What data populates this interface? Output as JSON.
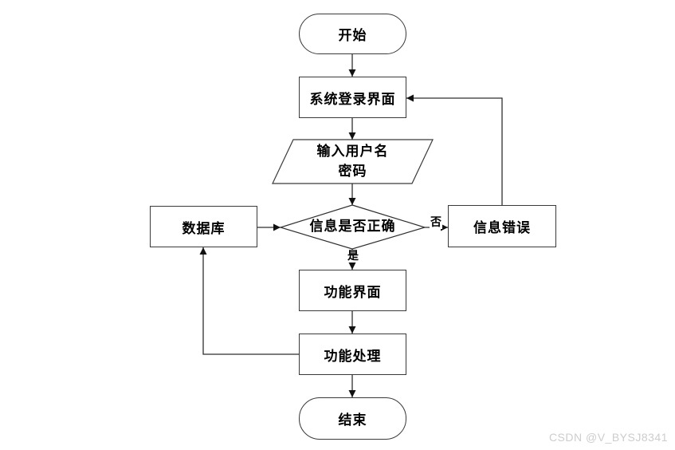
{
  "watermark": {
    "text": "CSDN @V_BYSJ8341"
  },
  "nodes": {
    "start": {
      "label": "开始",
      "type": "terminator"
    },
    "login": {
      "label": "系统登录界面",
      "type": "process"
    },
    "input": {
      "line1": "输入用户名",
      "line2": "密码",
      "type": "io"
    },
    "decision": {
      "label": "信息是否正确",
      "type": "decision"
    },
    "database": {
      "label": "数据库",
      "type": "process"
    },
    "error": {
      "label": "信息错误",
      "type": "process"
    },
    "func_ui": {
      "label": "功能界面",
      "type": "process"
    },
    "func_proc": {
      "label": "功能处理",
      "type": "process"
    },
    "end": {
      "label": "结束",
      "type": "terminator"
    }
  },
  "edge_labels": {
    "yes": "是",
    "no": "否"
  },
  "edges": [
    {
      "from": "start",
      "to": "login"
    },
    {
      "from": "login",
      "to": "input"
    },
    {
      "from": "input",
      "to": "decision"
    },
    {
      "from": "database",
      "to": "decision"
    },
    {
      "from": "decision",
      "to": "error",
      "label": "否"
    },
    {
      "from": "decision",
      "to": "func_ui",
      "label": "是"
    },
    {
      "from": "error",
      "to": "login"
    },
    {
      "from": "func_ui",
      "to": "func_proc"
    },
    {
      "from": "func_proc",
      "to": "end"
    },
    {
      "from": "func_proc",
      "to": "database"
    }
  ],
  "colors": {
    "line": "#2f2f2f",
    "border": "#3a3a3a",
    "background": "#ffffff",
    "text": "#000000",
    "watermark": "#cdcdcd"
  }
}
